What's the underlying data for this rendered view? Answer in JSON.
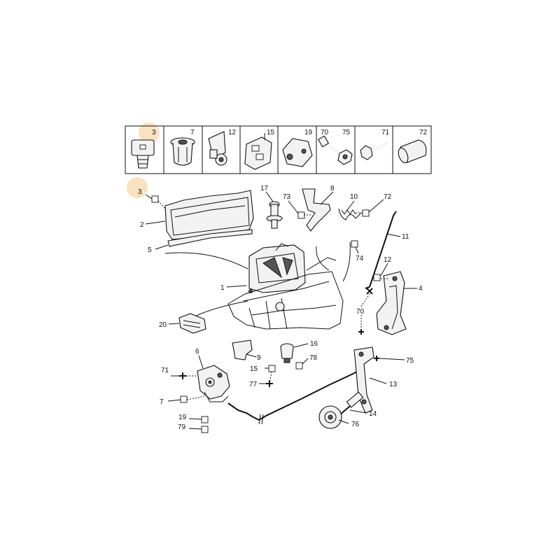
{
  "header_cells": [
    {
      "labels": [
        "3"
      ],
      "icon": "push-clip-icon"
    },
    {
      "labels": [
        "7"
      ],
      "icon": "grommet-nut-icon"
    },
    {
      "labels": [
        "12"
      ],
      "icon": "cable-clip-icon"
    },
    {
      "labels": [
        "15"
      ],
      "icon": "bracket-clip-icon"
    },
    {
      "labels": [
        "19"
      ],
      "icon": "retainer-block-icon"
    },
    {
      "labels": [
        "70",
        "75"
      ],
      "icon": "bolt-with-nut-icon"
    },
    {
      "labels": [
        "71"
      ],
      "icon": "flange-bolt-icon"
    },
    {
      "labels": [
        "72"
      ],
      "icon": "rubber-buffer-icon"
    }
  ],
  "callouts": [
    "3",
    "2",
    "5",
    "1",
    "20",
    "17",
    "73",
    "8",
    "10",
    "72",
    "11",
    "74",
    "12",
    "4",
    "70",
    "16",
    "9",
    "15",
    "78",
    "77",
    "6",
    "71",
    "7",
    "19",
    "79",
    "75",
    "13",
    "14",
    "76"
  ],
  "highlight_color": "#f6c98a"
}
